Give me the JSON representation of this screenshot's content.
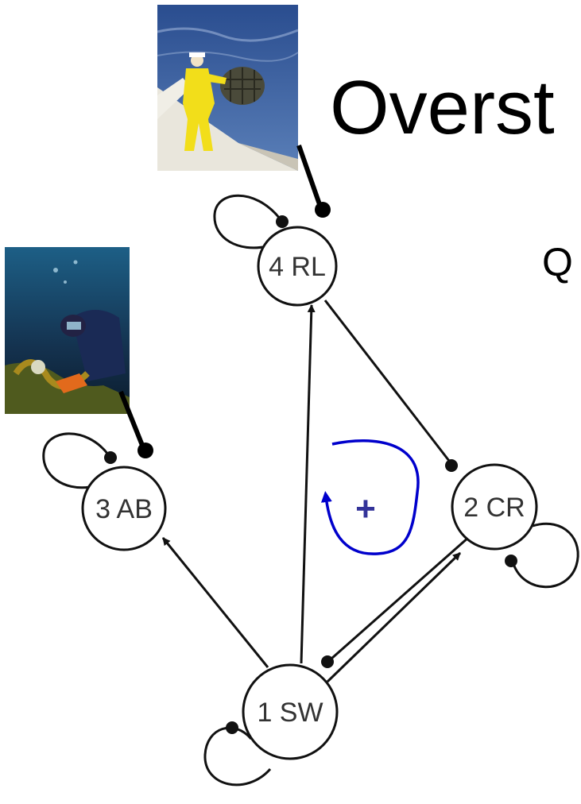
{
  "slide": {
    "title": "Overst",
    "bullet_fragment": "Q"
  },
  "photos": [
    {
      "id": "fisher",
      "subject": "fisherman in yellow oilskins hauling a lobster trap over a boat rail"
    },
    {
      "id": "diver",
      "subject": "scuba diver collecting abalone among kelp"
    }
  ],
  "nodes": [
    {
      "id": "n4",
      "label": "4 RL"
    },
    {
      "id": "n3",
      "label": "3 AB"
    },
    {
      "id": "n2",
      "label": "2 CR"
    },
    {
      "id": "n1",
      "label": "1 SW"
    }
  ],
  "edges": [
    {
      "from": "n1",
      "to": "n4",
      "head": "arrow"
    },
    {
      "from": "n1",
      "to": "n3",
      "head": "arrow"
    },
    {
      "from": "n1",
      "to": "n2",
      "head": "arrow"
    },
    {
      "from": "n2",
      "to": "n1",
      "head": "dot"
    },
    {
      "from": "n4",
      "to": "n2",
      "head": "dot"
    },
    {
      "from": "n1",
      "to": "n1",
      "head": "dot",
      "loop": true
    },
    {
      "from": "n2",
      "to": "n2",
      "head": "dot",
      "loop": true
    },
    {
      "from": "n3",
      "to": "n3",
      "head": "dot",
      "loop": true
    },
    {
      "from": "n4",
      "to": "n4",
      "head": "dot",
      "loop": true
    }
  ],
  "feedback_loop": {
    "sign": "+",
    "color": "#0000cc"
  },
  "colors": {
    "edge": "#111111",
    "node_fill": "#ffffff",
    "node_stroke": "#111111",
    "loop_arrow": "#0000cc",
    "plus": "#333399"
  }
}
